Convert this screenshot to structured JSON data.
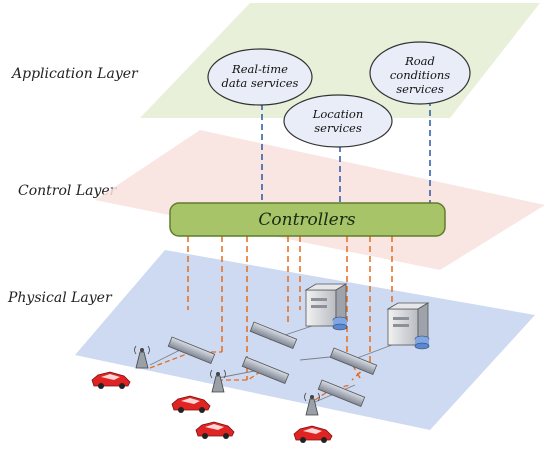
{
  "layers": {
    "application": "Application Layer",
    "control": "Control Layer",
    "physical": "Physical Layer"
  },
  "services": [
    {
      "line1": "Real-time",
      "line2": "data services"
    },
    {
      "line1": "Location",
      "line2": "services"
    },
    {
      "line1": "Road",
      "line2": "conditions",
      "line3": "services"
    }
  ],
  "controllers": "Controllers",
  "colors": {
    "application_plane": "#e4edd3",
    "control_plane": "#f8e2de",
    "physical_plane": "#c6d3ee",
    "controller_fill": "#a7c468",
    "controller_stroke": "#5f7d2c",
    "service_fill": "#e9edf7",
    "blue_link": "#2a56a8",
    "orange_link": "#e46c1e",
    "car": "#e02424"
  },
  "icons": [
    "server-icon",
    "switch-icon",
    "antenna-icon",
    "car-icon"
  ]
}
